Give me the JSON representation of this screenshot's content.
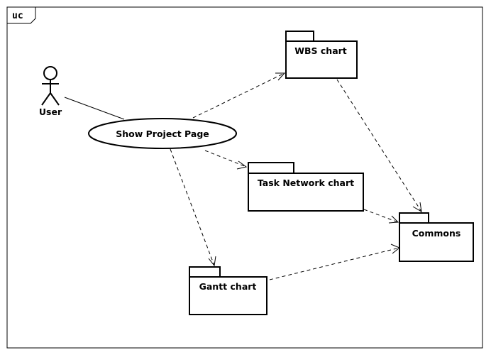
{
  "frame": {
    "label": "uc"
  },
  "actor": {
    "label": "User"
  },
  "use_case": {
    "label": "Show Project Page"
  },
  "packages": {
    "wbs": {
      "label": "WBS chart"
    },
    "task_network": {
      "label": "Task Network chart"
    },
    "gantt": {
      "label": "Gantt chart"
    },
    "commons": {
      "label": "Commons"
    }
  },
  "colors": {
    "stroke": "#000000",
    "background": "#ffffff"
  }
}
